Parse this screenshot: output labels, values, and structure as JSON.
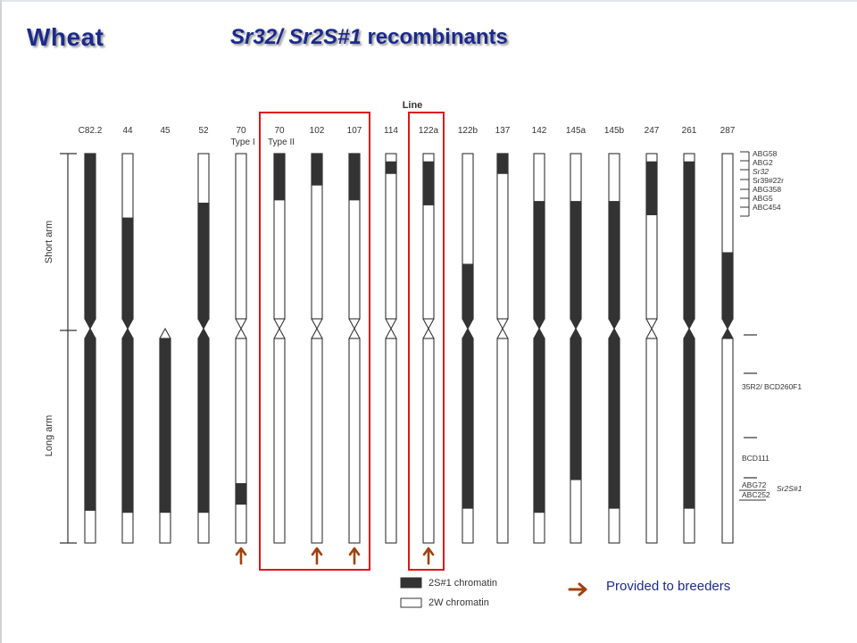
{
  "slide": {
    "title": "Wheat",
    "heading_part1": "Sr32/",
    "heading_part2": "Sr2S#1",
    "heading_part3": "recombinants"
  },
  "figure": {
    "line_header": "Line",
    "short_arm_label": "Short arm",
    "long_arm_label": "Long arm",
    "lines": [
      {
        "label": "C82.2",
        "sub": "",
        "dark_short": [
          [
            0,
            1
          ]
        ],
        "dark_long": [
          [
            0,
            0.84
          ]
        ],
        "short": true
      },
      {
        "label": "44",
        "sub": "",
        "dark_short": [
          [
            0.39,
            1
          ]
        ],
        "dark_long": [
          [
            0,
            0.85
          ]
        ],
        "short": true
      },
      {
        "label": "45",
        "sub": "",
        "dark_short": [],
        "dark_long": [
          [
            0,
            0.85
          ]
        ],
        "short": false
      },
      {
        "label": "52",
        "sub": "",
        "dark_short": [
          [
            0.3,
            1
          ]
        ],
        "dark_long": [
          [
            0,
            0.85
          ]
        ],
        "short": true
      },
      {
        "label": "70",
        "sub": "Type I",
        "dark_short": [],
        "dark_long": [
          [
            0.71,
            0.81
          ]
        ],
        "short": true
      },
      {
        "label": "70",
        "sub": "Type II",
        "dark_short": [
          [
            0,
            0.28
          ]
        ],
        "dark_long": [],
        "short": true
      },
      {
        "label": "102",
        "sub": "",
        "dark_short": [
          [
            0,
            0.19
          ]
        ],
        "dark_long": [],
        "short": true
      },
      {
        "label": "107",
        "sub": "",
        "dark_short": [
          [
            0,
            0.28
          ]
        ],
        "dark_long": [],
        "short": true
      },
      {
        "label": "114",
        "sub": "",
        "dark_short": [
          [
            0.05,
            0.12
          ]
        ],
        "dark_long": [],
        "short": true
      },
      {
        "label": "122a",
        "sub": "",
        "dark_short": [
          [
            0.05,
            0.31
          ]
        ],
        "dark_long": [],
        "short": true
      },
      {
        "label": "122b",
        "sub": "",
        "dark_short": [
          [
            0.67,
            1
          ]
        ],
        "dark_long": [
          [
            0,
            0.83
          ]
        ],
        "short": true
      },
      {
        "label": "137",
        "sub": "",
        "dark_short": [
          [
            0,
            0.12
          ]
        ],
        "dark_long": [],
        "short": true
      },
      {
        "label": "142",
        "sub": "",
        "dark_short": [
          [
            0.29,
            1
          ]
        ],
        "dark_long": [
          [
            0,
            0.85
          ]
        ],
        "short": true
      },
      {
        "label": "145a",
        "sub": "",
        "dark_short": [
          [
            0.29,
            1
          ]
        ],
        "dark_long": [
          [
            0,
            0.69
          ]
        ],
        "short": true
      },
      {
        "label": "145b",
        "sub": "",
        "dark_short": [
          [
            0.29,
            1
          ]
        ],
        "dark_long": [
          [
            0,
            0.83
          ]
        ],
        "short": true
      },
      {
        "label": "247",
        "sub": "",
        "dark_short": [
          [
            0.05,
            0.37
          ]
        ],
        "dark_long": [],
        "short": true
      },
      {
        "label": "261",
        "sub": "",
        "dark_short": [
          [
            0.05,
            1
          ]
        ],
        "dark_long": [
          [
            0,
            0.83
          ]
        ],
        "short": true
      },
      {
        "label": "287",
        "sub": "",
        "dark_short": [
          [
            0.6,
            1
          ]
        ],
        "dark_long": [],
        "short": true
      }
    ],
    "boxed_groups": [
      [
        5,
        7
      ],
      [
        9,
        9
      ]
    ],
    "arrows_at": [
      4,
      6,
      7,
      9
    ],
    "markers": {
      "short_arm": [
        "ABG58",
        "ABG2",
        "Sr32",
        "Sr39#22r",
        "ABG358",
        "ABG5",
        "ABC454"
      ],
      "long_arm_1": "35R2/ BCD260F1",
      "long_arm_2": "BCD111",
      "long_arm_3": [
        "ABG72",
        "ABC252"
      ],
      "gene": "Sr2S#1"
    },
    "legend": {
      "dark_label": "2S#1 chromatin",
      "light_label": "2W chromatin",
      "arrow_label": "Provided to breeders"
    },
    "colors": {
      "box": "#e0151c",
      "arrow": "#a0420f",
      "title": "#1c2a8c"
    }
  }
}
